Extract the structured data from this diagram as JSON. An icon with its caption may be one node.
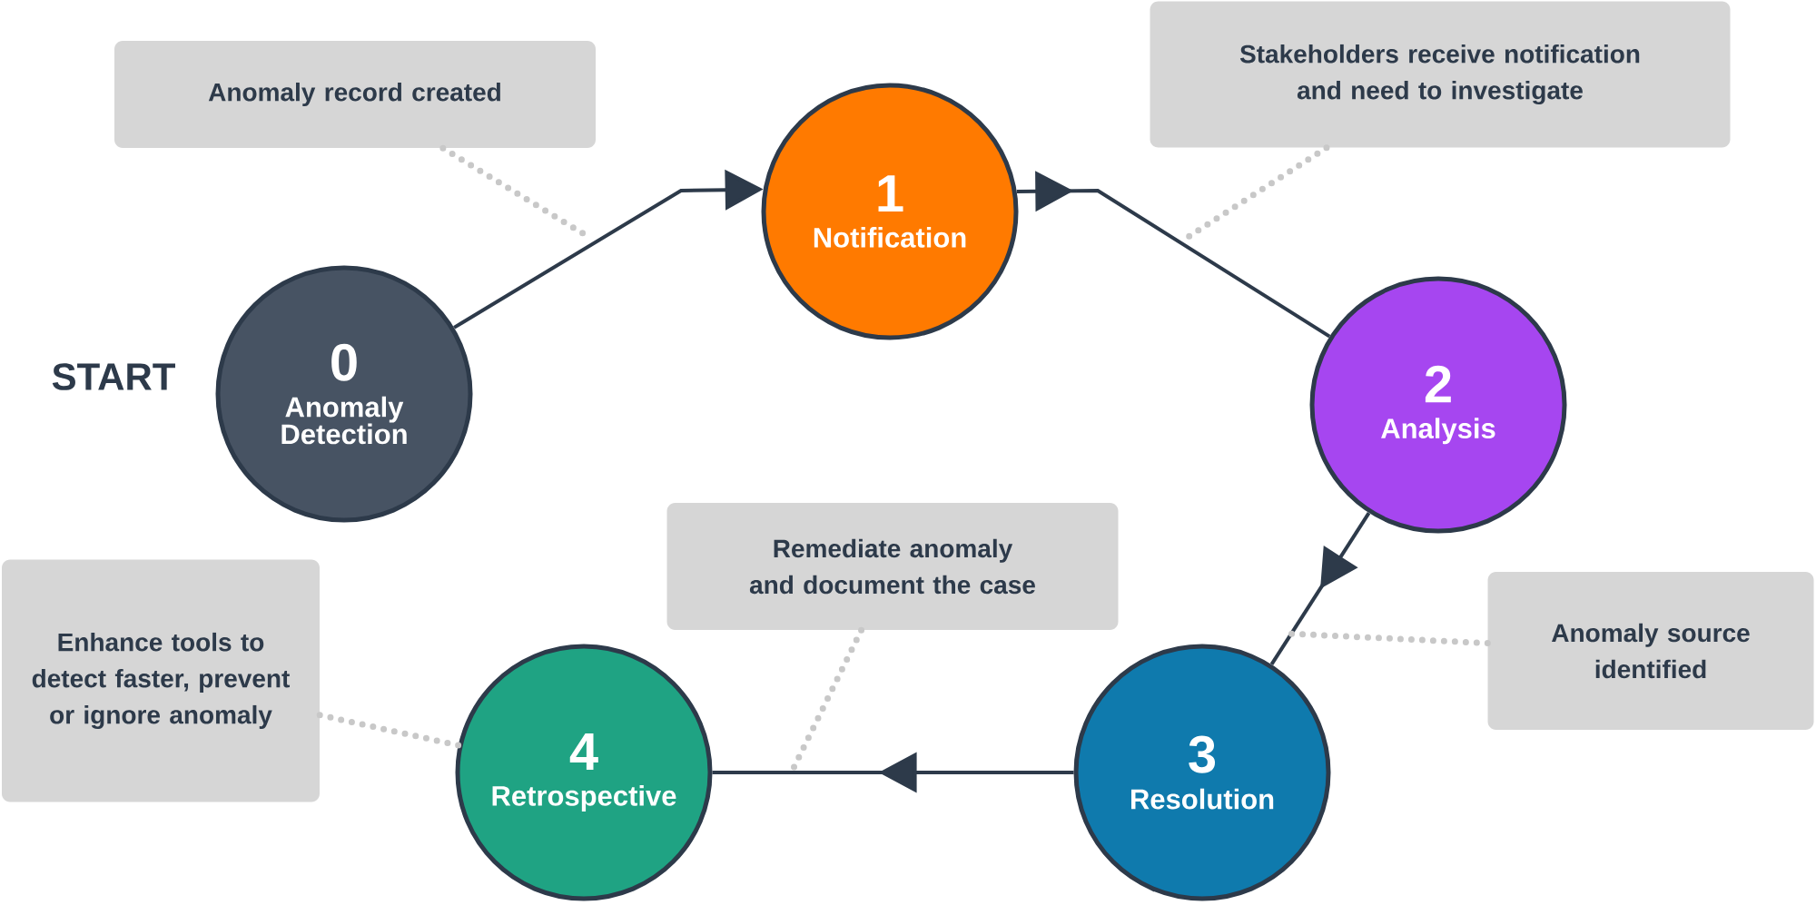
{
  "diagram": {
    "nodes": [
      {
        "text": [
          "0",
          "Anomaly Detection"
        ]
      },
      {
        "text": [
          "1",
          "Notification"
        ]
      },
      {
        "text": [
          "2",
          "Analysis"
        ]
      },
      {
        "text": [
          "3",
          "Resolution"
        ]
      },
      {
        "text": [
          "4",
          "Retrospective"
        ]
      },
      {
        "text": [
          "Anomaly record created"
        ]
      },
      {
        "text": [
          "Stakeholders receive notification and need to investigate"
        ]
      },
      {
        "text": [
          "Remediate anomaly and document the case"
        ]
      },
      {
        "text": [
          "Anomaly source identified"
        ]
      },
      {
        "text": [
          "Enhance tools to detect faster, prevent or ignore anomaly"
        ]
      }
    ],
    "edges": [
      {
        "from": 0,
        "to": 1,
        "arrow": "to",
        "color": "#2d3a4a"
      },
      {
        "from": 1,
        "to": 2,
        "arrow": "to",
        "color": "#2d3a4a"
      },
      {
        "from": 2,
        "to": 3,
        "arrow": "to",
        "color": "#2d3a4a"
      },
      {
        "from": 3,
        "to": 4,
        "arrow": "to",
        "color": "#2d3a4a"
      },
      {
        "from": 5,
        "to": null,
        "arrow": "none",
        "style": "dashed",
        "color": "#c8c8c8"
      },
      {
        "from": 6,
        "to": null,
        "arrow": "none",
        "style": "dashed",
        "color": "#c8c8c8"
      },
      {
        "from": 7,
        "to": null,
        "arrow": "none",
        "style": "dashed",
        "color": "#c8c8c8"
      },
      {
        "from": 8,
        "to": null,
        "arrow": "none",
        "style": "dashed",
        "color": "#c8c8c8"
      },
      {
        "from": 9,
        "to": 4,
        "arrow": "none",
        "style": "dashed",
        "color": "#c8c8c8"
      }
    ],
    "labels": [
      "START"
    ]
  }
}
